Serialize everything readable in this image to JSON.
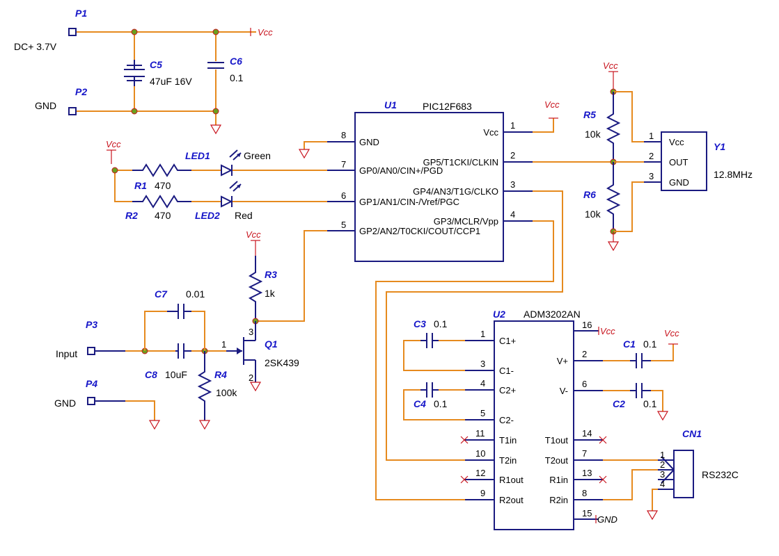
{
  "power": {
    "vcc": "Vcc",
    "gnd": "GND"
  },
  "ports": {
    "p1": {
      "ref": "P1",
      "label": "DC+ 3.7V"
    },
    "p2": {
      "ref": "P2",
      "label": "GND"
    },
    "p3": {
      "ref": "P3",
      "label": "Input"
    },
    "p4": {
      "ref": "P4",
      "label": "GND"
    }
  },
  "caps": {
    "c5": {
      "ref": "C5",
      "value": "47uF 16V"
    },
    "c6": {
      "ref": "C6",
      "value": "0.1"
    },
    "c7": {
      "ref": "C7",
      "value": "0.01"
    },
    "c8": {
      "ref": "C8",
      "value": "10uF"
    },
    "c3": {
      "ref": "C3",
      "value": "0.1"
    },
    "c4": {
      "ref": "C4",
      "value": "0.1"
    },
    "c1": {
      "ref": "C1",
      "value": "0.1"
    },
    "c2": {
      "ref": "C2",
      "value": "0.1"
    }
  },
  "resistors": {
    "r1": {
      "ref": "R1",
      "value": "470"
    },
    "r2": {
      "ref": "R2",
      "value": "470"
    },
    "r3": {
      "ref": "R3",
      "value": "1k"
    },
    "r4": {
      "ref": "R4",
      "value": "100k"
    },
    "r5": {
      "ref": "R5",
      "value": "10k"
    },
    "r6": {
      "ref": "R6",
      "value": "10k"
    }
  },
  "leds": {
    "led1": {
      "ref": "LED1",
      "color": "Green"
    },
    "led2": {
      "ref": "LED2",
      "color": "Red"
    }
  },
  "q1": {
    "ref": "Q1",
    "part": "2SK439",
    "pins": [
      "1",
      "2",
      "3"
    ]
  },
  "u1": {
    "ref": "U1",
    "part": "PIC12F683",
    "left_pins": [
      {
        "num": "8",
        "name": "GND"
      },
      {
        "num": "7",
        "name": "GP0/AN0/CIN+/PGD"
      },
      {
        "num": "6",
        "name": "GP1/AN1/CIN-/Vref/PGC"
      },
      {
        "num": "5",
        "name": "GP2/AN2/T0CKI/COUT/CCP1"
      }
    ],
    "right_pins": [
      {
        "num": "1",
        "name": "Vcc"
      },
      {
        "num": "2",
        "name": "GP5/T1CKI/CLKIN"
      },
      {
        "num": "3",
        "name": "GP4/AN3/T1G/CLKO"
      },
      {
        "num": "4",
        "name": "GP3/MCLR/Vpp"
      }
    ]
  },
  "y1": {
    "ref": "Y1",
    "freq": "12.8MHz",
    "pins": [
      {
        "num": "1",
        "name": "Vcc"
      },
      {
        "num": "2",
        "name": "OUT"
      },
      {
        "num": "3",
        "name": "GND"
      }
    ]
  },
  "u2": {
    "ref": "U2",
    "part": "ADM3202AN",
    "left_pins": [
      {
        "num": "1",
        "name": "C1+"
      },
      {
        "num": "3",
        "name": "C1-"
      },
      {
        "num": "4",
        "name": "C2+"
      },
      {
        "num": "5",
        "name": "C2-"
      },
      {
        "num": "11",
        "name": "T1in"
      },
      {
        "num": "10",
        "name": "T2in"
      },
      {
        "num": "12",
        "name": "R1out"
      },
      {
        "num": "9",
        "name": "R2out"
      }
    ],
    "right_pins": [
      {
        "num": "16",
        "name": "Vcc"
      },
      {
        "num": "2",
        "name": "V+"
      },
      {
        "num": "6",
        "name": "V-"
      },
      {
        "num": "14",
        "name": "T1out"
      },
      {
        "num": "7",
        "name": "T2out"
      },
      {
        "num": "13",
        "name": "R1in"
      },
      {
        "num": "8",
        "name": "R2in"
      },
      {
        "num": "15",
        "name": "GND"
      }
    ]
  },
  "cn1": {
    "ref": "CN1",
    "part": "RS232C",
    "pins": [
      "1",
      "2",
      "3",
      "4"
    ]
  }
}
